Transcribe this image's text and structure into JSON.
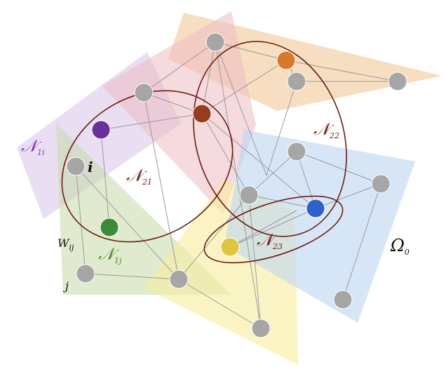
{
  "regions": [
    {
      "name": "orange",
      "color": "#f3c99a"
    },
    {
      "name": "purple",
      "color": "#d8c3ea"
    },
    {
      "name": "pink",
      "color": "#ecbcc2"
    },
    {
      "name": "green",
      "color": "#c8dbad"
    },
    {
      "name": "yellow",
      "color": "#f7ec9e"
    },
    {
      "name": "blue",
      "color": "#bdd6f1"
    }
  ],
  "colors": {
    "node_gray": "#a6a6a6",
    "node_purple": "#6a2f9a",
    "node_brown": "#9a3a1f",
    "node_orange": "#d9782a",
    "node_blue": "#2f62c8",
    "node_green": "#3f8a39",
    "node_yellow": "#e0c53d",
    "ellipse_stroke": "#6b1d12",
    "label_purple": "#7e3cb0",
    "label_brown": "#6b1d12",
    "label_green": "#5b8a1f",
    "label_black": "#111111"
  },
  "labels": {
    "n1i": {
      "main": "𝒩",
      "sub": "1i"
    },
    "n21": {
      "main": "𝒩",
      "sub": "21"
    },
    "n22": {
      "main": "𝒩",
      "sub": "22"
    },
    "n23": {
      "main": "𝒩",
      "sub": "23"
    },
    "n1j": {
      "main": "𝒩",
      "sub": "1j"
    },
    "omega0": {
      "main": "Ω",
      "sub": "0"
    },
    "i": "i",
    "j": "j",
    "wij": {
      "main": "W",
      "sub": "ij"
    }
  },
  "nodes": [
    {
      "id": "n1",
      "fill": "node_gray"
    },
    {
      "id": "n2",
      "fill": "node_orange"
    },
    {
      "id": "n3",
      "fill": "node_gray"
    },
    {
      "id": "n4",
      "fill": "node_gray"
    },
    {
      "id": "n5",
      "fill": "node_gray"
    },
    {
      "id": "n6",
      "fill": "node_brown"
    },
    {
      "id": "n7",
      "fill": "node_purple"
    },
    {
      "id": "n8",
      "fill": "node_gray"
    },
    {
      "id": "n9",
      "fill": "node_gray"
    },
    {
      "id": "n10",
      "fill": "node_gray"
    },
    {
      "id": "n11",
      "fill": "node_gray"
    },
    {
      "id": "n12",
      "fill": "node_blue"
    },
    {
      "id": "n13",
      "fill": "node_green"
    },
    {
      "id": "n14",
      "fill": "node_yellow"
    },
    {
      "id": "n15",
      "fill": "node_gray"
    },
    {
      "id": "n16",
      "fill": "node_gray"
    },
    {
      "id": "n17",
      "fill": "node_gray"
    },
    {
      "id": "n18",
      "fill": "node_gray"
    }
  ]
}
